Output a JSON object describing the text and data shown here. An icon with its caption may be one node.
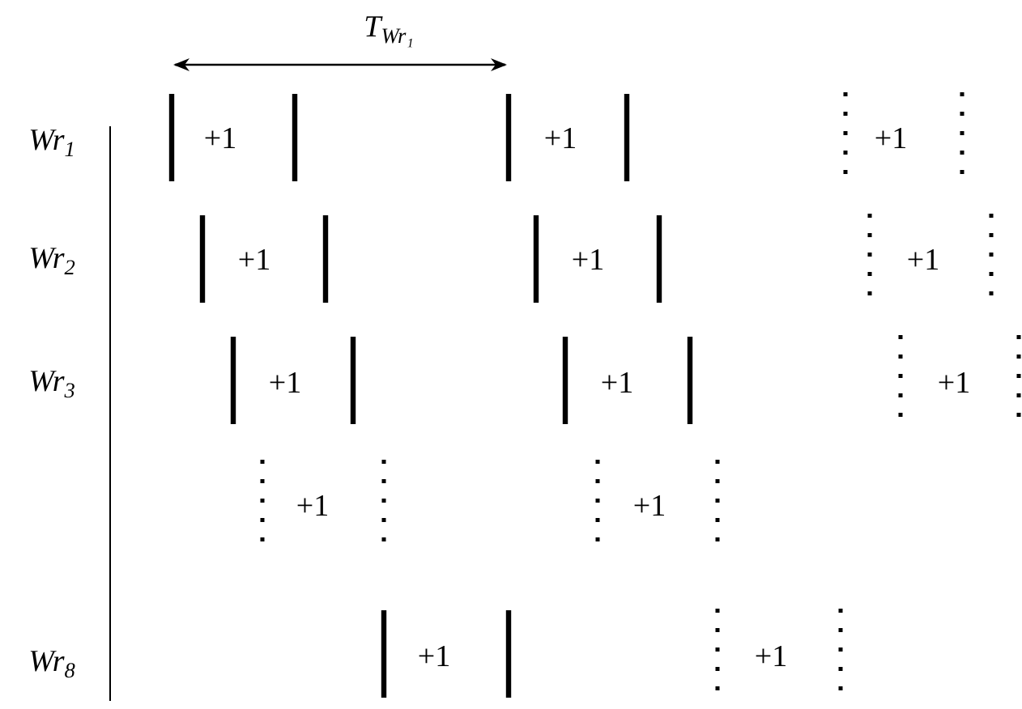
{
  "diagram": {
    "labels": [
      "T$_{Wr₁}$",
      "Wr$_{1}$",
      "+1",
      "+1",
      "+1",
      "Wr$_{2}$",
      "+1",
      "+1",
      "+1",
      "Wr$_{3}$",
      "+1",
      "+1",
      "+1",
      "+1",
      "+1",
      "Wr$_{8}$",
      "+1",
      "+1"
    ]
  }
}
